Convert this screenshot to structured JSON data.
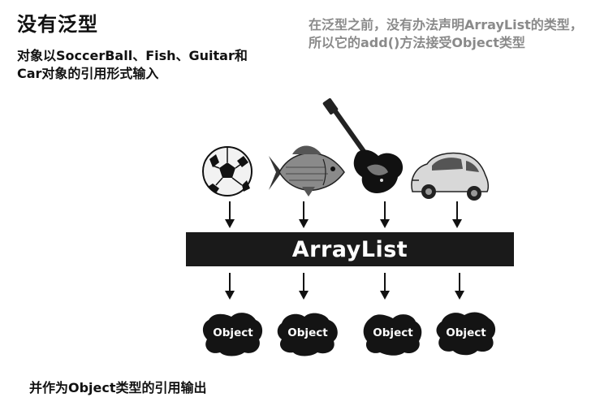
{
  "title": "没有泛型",
  "left_description": "对象以SoccerBall、Fish、Guitar和Car对象的引用形式输入",
  "right_description": "在泛型之前，没有办法声明ArrayList的类型，所以它的add()方法接受Object类型",
  "arraylist_label": "ArrayList",
  "inputs": [
    {
      "icon": "soccer-ball-icon"
    },
    {
      "icon": "fish-icon"
    },
    {
      "icon": "guitar-icon"
    },
    {
      "icon": "car-icon"
    }
  ],
  "outputs": [
    "Object",
    "Object",
    "Object",
    "Object"
  ],
  "footer": "并作为Object类型的引用输出"
}
